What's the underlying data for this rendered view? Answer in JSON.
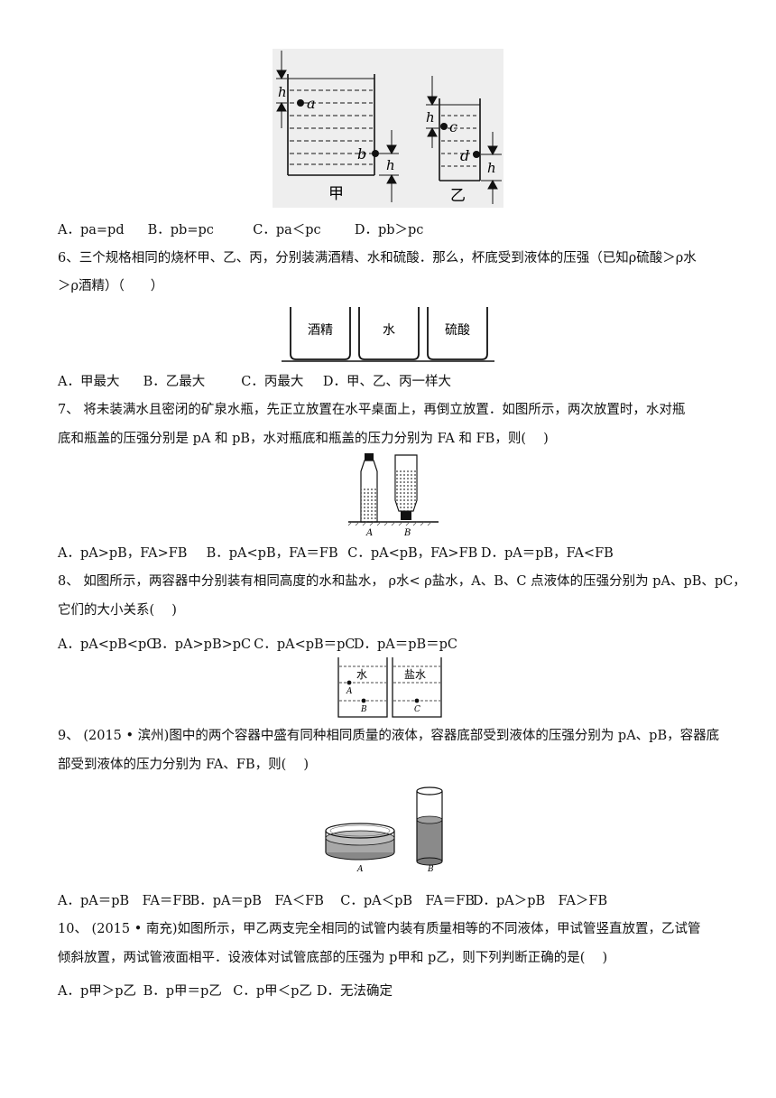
{
  "fig5": {
    "left_label": "甲",
    "right_label": "乙",
    "h": "h",
    "a": "a",
    "b": "b",
    "c": "c",
    "d": "d"
  },
  "q5_options": [
    "A．pa=pd",
    "B．pb=pc",
    "C．pa＜pc",
    "D．pb＞pc"
  ],
  "q6": {
    "line1": "6、三个规格相同的烧杯甲、乙、丙，分别装满酒精、水和硫酸．那么，杯底受到液体的压强（已知ρ硫酸＞ρ水",
    "line2": "＞ρ酒精）（　　）",
    "beakers": [
      "酒精",
      "水",
      "硫酸"
    ],
    "options": [
      "A．甲最大",
      "B．乙最大",
      "C．丙最大",
      "D．甲、乙、丙一样大"
    ]
  },
  "q7": {
    "line1": "7、 将未装满水且密闭的矿泉水瓶，先正立放置在水平桌面上，再倒立放置．如图所示，两次放置时，水对瓶",
    "line2": "底和瓶盖的压强分别是 pA 和 pB，水对瓶底和瓶盖的压力分别为 FA 和 FB，则(　 )",
    "label_a": "A",
    "label_b": "B",
    "options": [
      "A．pA>pB，FA>FB",
      "B．pA<pB，FA＝FB",
      "C．pA<pB，FA>FB",
      "D．pA＝pB，FA<FB"
    ]
  },
  "q8": {
    "line1": "8、 如图所示，两容器中分别装有相同高度的水和盐水， ρ水< ρ盐水，A、B、C 点液体的压强分别为 pA、pB、pC，",
    "line2": "它们的大小关系(　 )",
    "options": [
      "A．pA<pB<pC",
      "B．pA>pB>pC",
      "C．pA<pB＝pC",
      "D．pA＝pB＝pC"
    ],
    "water": "水",
    "brine": "盐水",
    "A": "A",
    "B": "B",
    "C": "C"
  },
  "q9": {
    "line1": "9、 (2015 • 滨州)图中的两个容器中盛有同种相同质量的液体，容器底部受到液体的压强分别为 pA、pB，容器底",
    "line2": "部受到液体的压力分别为 FA、FB，则(　 )",
    "label_a": "A",
    "label_b": "B",
    "options": [
      "A．pA＝pB　FA＝FB",
      "B．pA＝pB　FA＜FB",
      "C．pA＜pB　FA＝FB",
      "D．pA＞pB　FA＞FB"
    ]
  },
  "q10": {
    "line1": "10、 (2015 • 南充)如图所示，甲乙两支完全相同的试管内装有质量相等的不同液体，甲试管竖直放置，乙试管",
    "line2": "倾斜放置，两试管液面相平．设液体对试管底部的压强为 p甲和 p乙，则下列判断正确的是(　 )",
    "options": [
      "A．p甲＞p乙",
      "B．p甲＝p乙",
      "C．p甲＜p乙",
      "D．无法确定"
    ]
  }
}
